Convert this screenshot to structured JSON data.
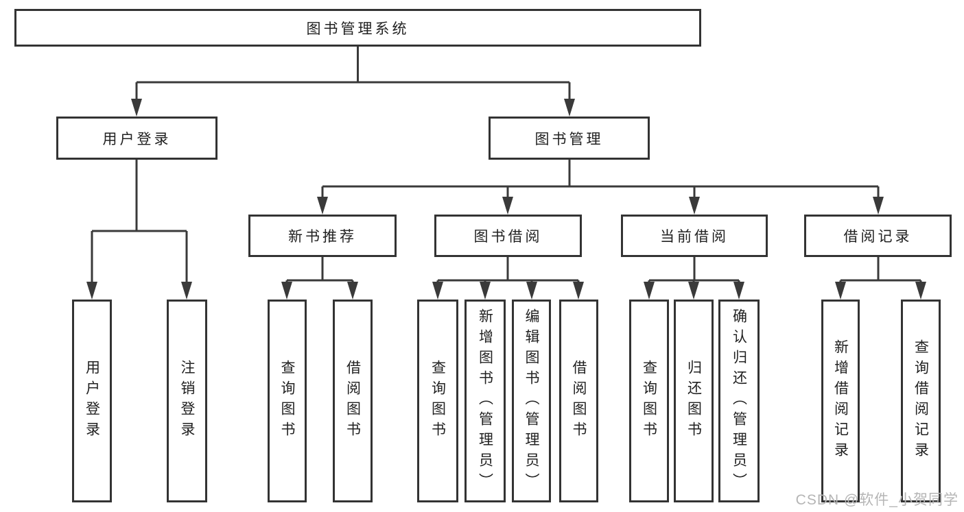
{
  "nodes": {
    "root": {
      "label": "图书管理系统"
    },
    "level2": [
      {
        "label": "用户登录"
      },
      {
        "label": "图书管理"
      }
    ],
    "level3": [
      {
        "label": "新书推荐"
      },
      {
        "label": "图书借阅"
      },
      {
        "label": "当前借阅"
      },
      {
        "label": "借阅记录"
      }
    ],
    "leaves": [
      {
        "label": "用户登录"
      },
      {
        "label": "注销登录"
      },
      {
        "label": "查询图书"
      },
      {
        "label": "借阅图书"
      },
      {
        "label": "查询图书"
      },
      {
        "label": "新增图书（管理员）"
      },
      {
        "label": "编辑图书（管理员）"
      },
      {
        "label": "借阅图书"
      },
      {
        "label": "查询图书"
      },
      {
        "label": "归还图书"
      },
      {
        "label": "确认归还（管理员）"
      },
      {
        "label": "新增借阅记录"
      },
      {
        "label": "查询借阅记录"
      }
    ]
  },
  "watermark": {
    "text": "CSDN @软件_小贺同学",
    "color": "#b5b5b5"
  },
  "colors": {
    "line": "#3a3a3a",
    "border": "#333333",
    "text": "#212121",
    "background": "#ffffff"
  }
}
